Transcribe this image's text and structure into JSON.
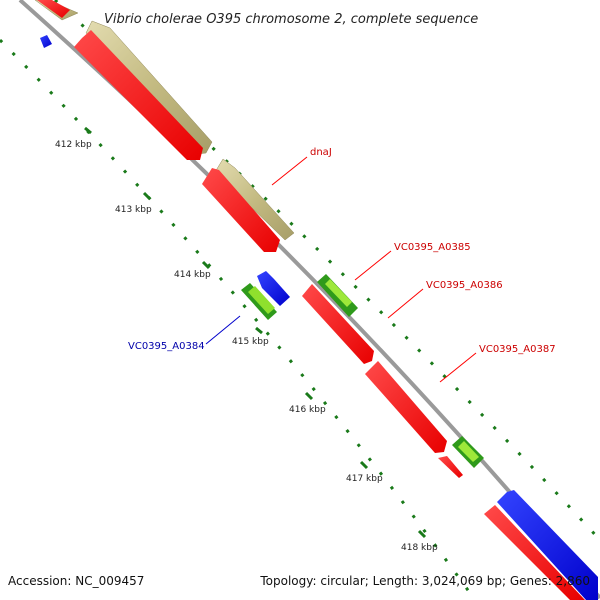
{
  "title": "Vibrio cholerae O395 chromosome 2, complete sequence",
  "accession": "Accession: NC_009457",
  "summary": "Topology: circular; Length: 3,024,069 bp; Genes: 2,860",
  "ticks": [
    "412 kbp",
    "413 kbp",
    "414 kbp",
    "415 kbp",
    "416 kbp",
    "417 kbp",
    "418 kbp"
  ],
  "labels": {
    "dnaJ": "dnaJ",
    "a0385": "VC0395_A0385",
    "a0386": "VC0395_A0386",
    "a0387": "VC0395_A0387",
    "a0384": "VC0395_A0384"
  },
  "colors": {
    "cds_red": "#ff0000",
    "cds_red_label": "#cc0000",
    "gene_tan": "#c4bb82",
    "rna_green": "#66bb22",
    "blue_feature": "#0000ee",
    "backbone": "#9a9a9a",
    "tick_green": "#1a7a1a"
  }
}
